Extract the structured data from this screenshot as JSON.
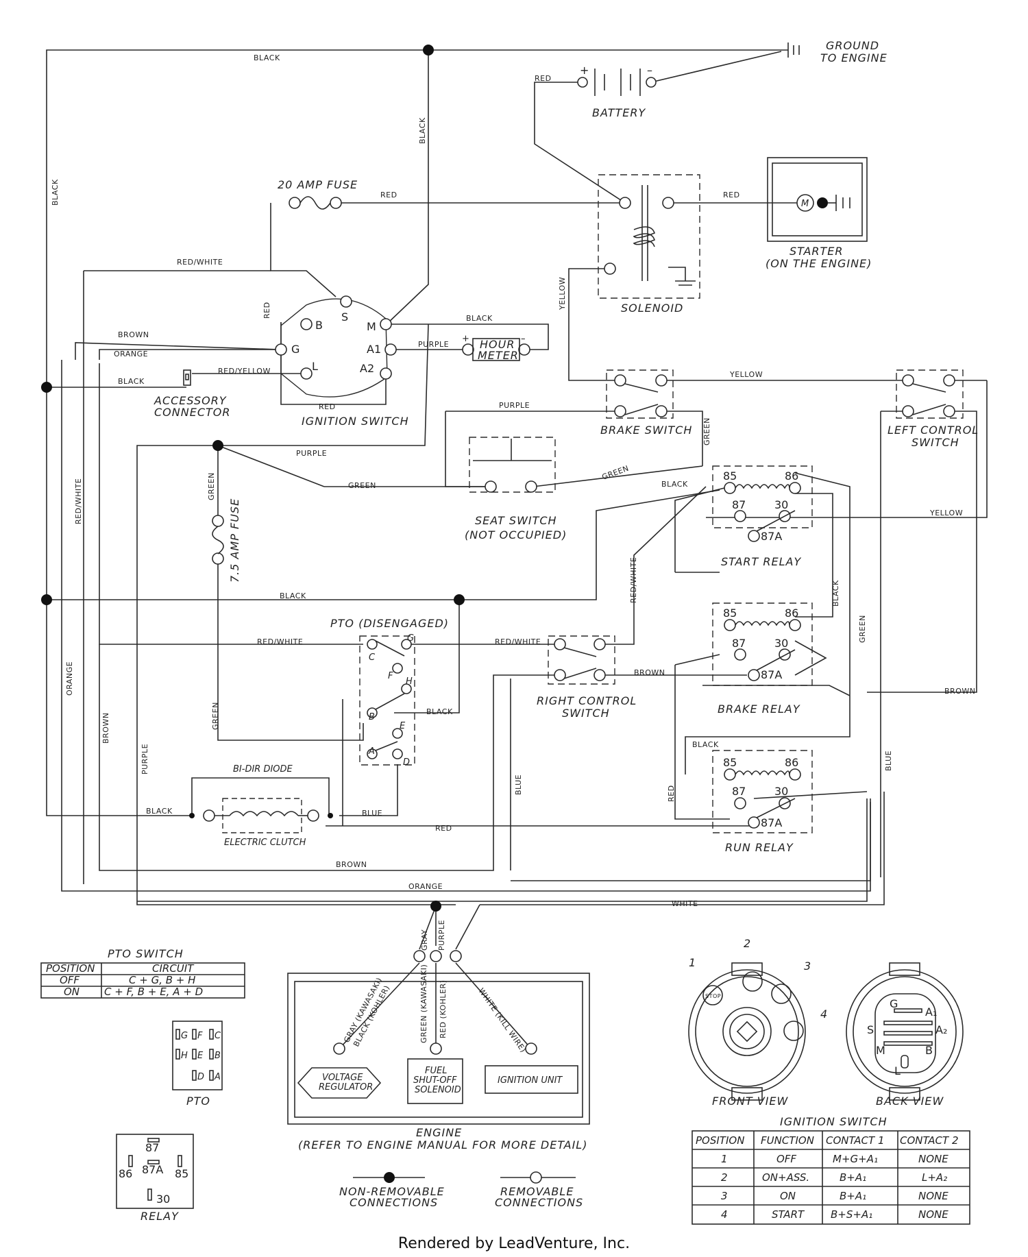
{
  "footer": "Rendered by LeadVenture, Inc.",
  "labels": {
    "ground": "GROUND",
    "ground2": "TO ENGINE",
    "battery": "BATTERY",
    "starter": "STARTER",
    "starter2": "(ON THE ENGINE)",
    "solenoid": "SOLENOID",
    "fuse20": "20 AMP FUSE",
    "fuse75": "7.5 AMP FUSE",
    "ignition_switch": "IGNITION SWITCH",
    "accessory": "ACCESSORY",
    "accessory2": "CONNECTOR",
    "hour": "HOUR",
    "meter": "METER",
    "brake_switch": "BRAKE SWITCH",
    "left_control": "LEFT CONTROL",
    "left_control2": "SWITCH",
    "seat_switch": "SEAT SWITCH",
    "seat_switch2": "(NOT OCCUPIED)",
    "start_relay": "START RELAY",
    "brake_relay": "BRAKE RELAY",
    "run_relay": "RUN RELAY",
    "pto_dis": "PTO (DISENGAGED)",
    "right_control": "RIGHT CONTROL",
    "right_control2": "SWITCH",
    "bidir": "BI-DIR DIODE",
    "clutch": "ELECTRIC CLUTCH",
    "engine": "ENGINE",
    "engine2": "(REFER TO ENGINE MANUAL FOR MORE DETAIL)",
    "voltage": "VOLTAGE",
    "regulator": "REGULATOR",
    "fuel": "FUEL",
    "shutoff": "SHUT-OFF",
    "fuel_sol": "SOLENOID",
    "ign_unit": "IGNITION UNIT",
    "front_view": "FRONT VIEW",
    "back_view": "BACK VIEW",
    "ign_table_title": "IGNITION SWITCH",
    "pto_table_title": "PTO SWITCH",
    "pto_pic": "PTO",
    "relay_pic": "RELAY",
    "non_removable": "NON-REMOVABLE",
    "non_removable2": "CONNECTIONS",
    "removable": "REMOVABLE",
    "removable2": "CONNECTIONS",
    "stop": "STOP"
  },
  "wires": {
    "black": "BLACK",
    "red": "RED",
    "red_white": "RED/WHITE",
    "red_yellow": "RED/YELLOW",
    "brown": "BROWN",
    "orange": "ORANGE",
    "purple": "PURPLE",
    "yellow": "YELLOW",
    "green": "GREEN",
    "blue": "BLUE",
    "white": "WHITE",
    "gray": "GRAY",
    "gray_kaw": "GRAY (KAWASAKI)",
    "black_kohler": "BLACK (KOHLER)",
    "green_kaw": "GREEN (KAWASAKI)",
    "red_kohler": "RED (KOHLER)",
    "white_kill": "WHITE (KILL WIRE)"
  },
  "ignition_pins": {
    "B": "B",
    "S": "S",
    "M": "M",
    "G": "G",
    "L": "L",
    "A1": "A1",
    "A2": "A2"
  },
  "relay_pins": {
    "p85": "85",
    "p86": "86",
    "p87": "87",
    "p30": "30",
    "p87a": "87A"
  },
  "pto_pins": [
    "G",
    "C",
    "F",
    "H",
    "B",
    "E",
    "A",
    "D"
  ],
  "pto_table": {
    "headers": [
      "POSITION",
      "CIRCUIT"
    ],
    "rows": [
      [
        "OFF",
        "C + G, B + H"
      ],
      [
        "ON",
        "C + F, B + E, A + D"
      ]
    ]
  },
  "ignition_table": {
    "headers": [
      "POSITION",
      "FUNCTION",
      "CONTACT 1",
      "CONTACT 2"
    ],
    "rows": [
      [
        "1",
        "OFF",
        "M+G+A₁",
        "NONE"
      ],
      [
        "2",
        "ON+ASS.",
        "B+A₁",
        "L+A₂"
      ],
      [
        "3",
        "ON",
        "B+A₁",
        "NONE"
      ],
      [
        "4",
        "START",
        "B+S+A₁",
        "NONE"
      ]
    ]
  },
  "positions": [
    "1",
    "2",
    "3",
    "4"
  ],
  "back_pins": [
    "G",
    "A₁",
    "S",
    "A₂",
    "M",
    "B",
    "L"
  ],
  "pto_pic_pins": [
    "G",
    "F",
    "C",
    "H",
    "E",
    "B",
    "D",
    "A"
  ],
  "relay_pic_pins": [
    "87",
    "86",
    "87A",
    "85",
    "30"
  ]
}
